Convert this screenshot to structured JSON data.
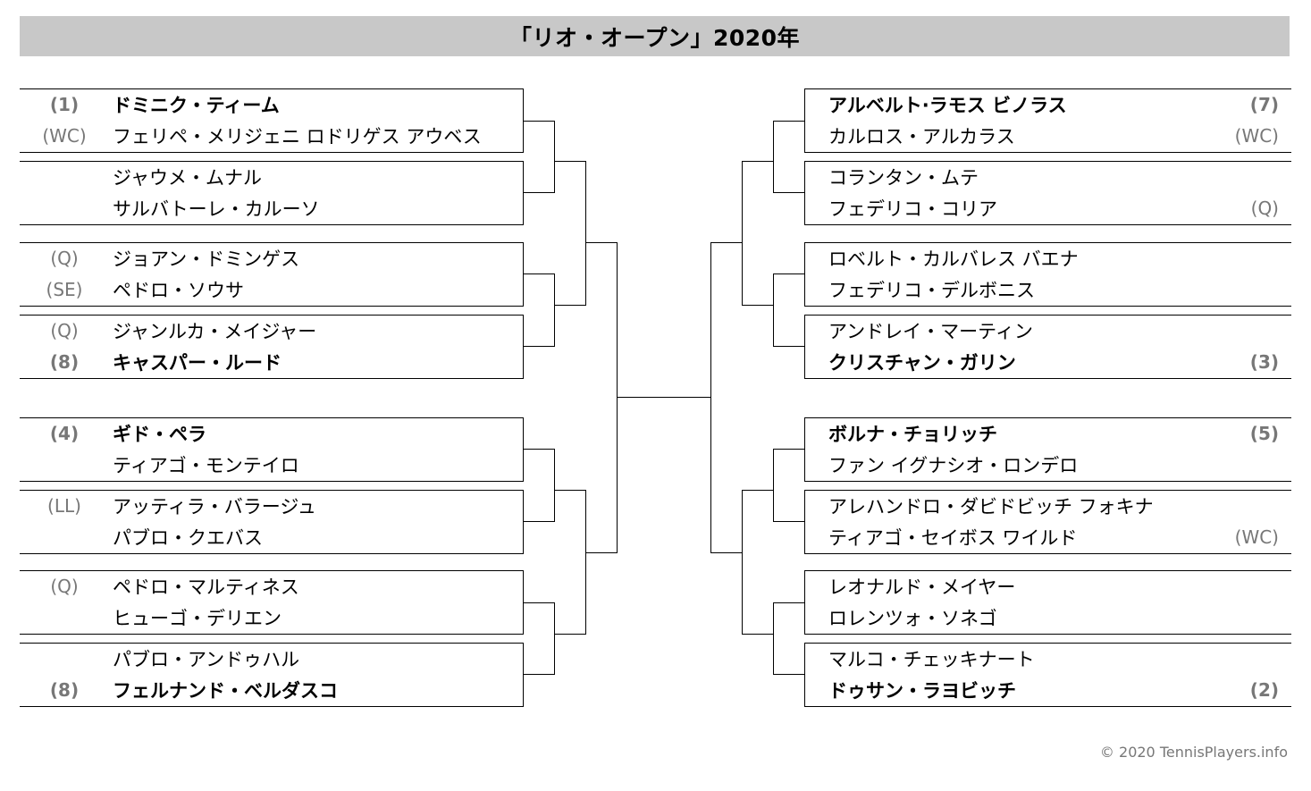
{
  "title": "「リオ・オープン」2020年",
  "copyright": "© 2020 TennisPlayers.info",
  "left": [
    {
      "p1": {
        "seed": "(1)",
        "name": "ドミニク・ティーム",
        "bold": true
      },
      "p2": {
        "seed": "(WC)",
        "name": "フェリペ・メリジェニ ロドリゲス アウベス",
        "bold": false
      }
    },
    {
      "p1": {
        "seed": "",
        "name": "ジャウメ・ムナル",
        "bold": false
      },
      "p2": {
        "seed": "",
        "name": "サルバトーレ・カルーソ",
        "bold": false
      }
    },
    {
      "p1": {
        "seed": "(Q)",
        "name": "ジョアン・ドミンゲス",
        "bold": false
      },
      "p2": {
        "seed": "(SE)",
        "name": "ペドロ・ソウサ",
        "bold": false
      }
    },
    {
      "p1": {
        "seed": "(Q)",
        "name": "ジャンルカ・メイジャー",
        "bold": false
      },
      "p2": {
        "seed": "(8)",
        "name": "キャスパー・ルード",
        "bold": true
      }
    },
    {
      "p1": {
        "seed": "(4)",
        "name": "ギド・ペラ",
        "bold": true
      },
      "p2": {
        "seed": "",
        "name": "ティアゴ・モンテイロ",
        "bold": false
      }
    },
    {
      "p1": {
        "seed": "(LL)",
        "name": "アッティラ・バラージュ",
        "bold": false
      },
      "p2": {
        "seed": "",
        "name": "パブロ・クエバス",
        "bold": false
      }
    },
    {
      "p1": {
        "seed": "(Q)",
        "name": "ペドロ・マルティネス",
        "bold": false
      },
      "p2": {
        "seed": "",
        "name": "ヒューゴ・デリエン",
        "bold": false
      }
    },
    {
      "p1": {
        "seed": "",
        "name": "パブロ・アンドゥハル",
        "bold": false
      },
      "p2": {
        "seed": "(8)",
        "name": "フェルナンド・ベルダスコ",
        "bold": true
      }
    }
  ],
  "right": [
    {
      "p1": {
        "seed": "(7)",
        "name": "アルベルト·ラモス ビノラス",
        "bold": true
      },
      "p2": {
        "seed": "(WC)",
        "name": "カルロス・アルカラス",
        "bold": false
      }
    },
    {
      "p1": {
        "seed": "",
        "name": "コランタン・ムテ",
        "bold": false
      },
      "p2": {
        "seed": "(Q)",
        "name": "フェデリコ・コリア",
        "bold": false
      }
    },
    {
      "p1": {
        "seed": "",
        "name": "ロベルト・カルバレス バエナ",
        "bold": false
      },
      "p2": {
        "seed": "",
        "name": "フェデリコ・デルボニス",
        "bold": false
      }
    },
    {
      "p1": {
        "seed": "",
        "name": "アンドレイ・マーティン",
        "bold": false
      },
      "p2": {
        "seed": "(3)",
        "name": "クリスチャン・ガリン",
        "bold": true
      }
    },
    {
      "p1": {
        "seed": "(5)",
        "name": "ボルナ・チョリッチ",
        "bold": true
      },
      "p2": {
        "seed": "",
        "name": "ファン イグナシオ・ロンデロ",
        "bold": false
      }
    },
    {
      "p1": {
        "seed": "",
        "name": "アレハンドロ・ダビドビッチ フォキナ",
        "bold": false
      },
      "p2": {
        "seed": "(WC)",
        "name": "ティアゴ・セイボス ワイルド",
        "bold": false
      }
    },
    {
      "p1": {
        "seed": "",
        "name": "レオナルド・メイヤー",
        "bold": false
      },
      "p2": {
        "seed": "",
        "name": "ロレンツォ・ソネゴ",
        "bold": false
      }
    },
    {
      "p1": {
        "seed": "",
        "name": "マルコ・チェッキナート",
        "bold": false
      },
      "p2": {
        "seed": "(2)",
        "name": "ドゥサン・ラヨビッチ",
        "bold": true
      }
    }
  ]
}
